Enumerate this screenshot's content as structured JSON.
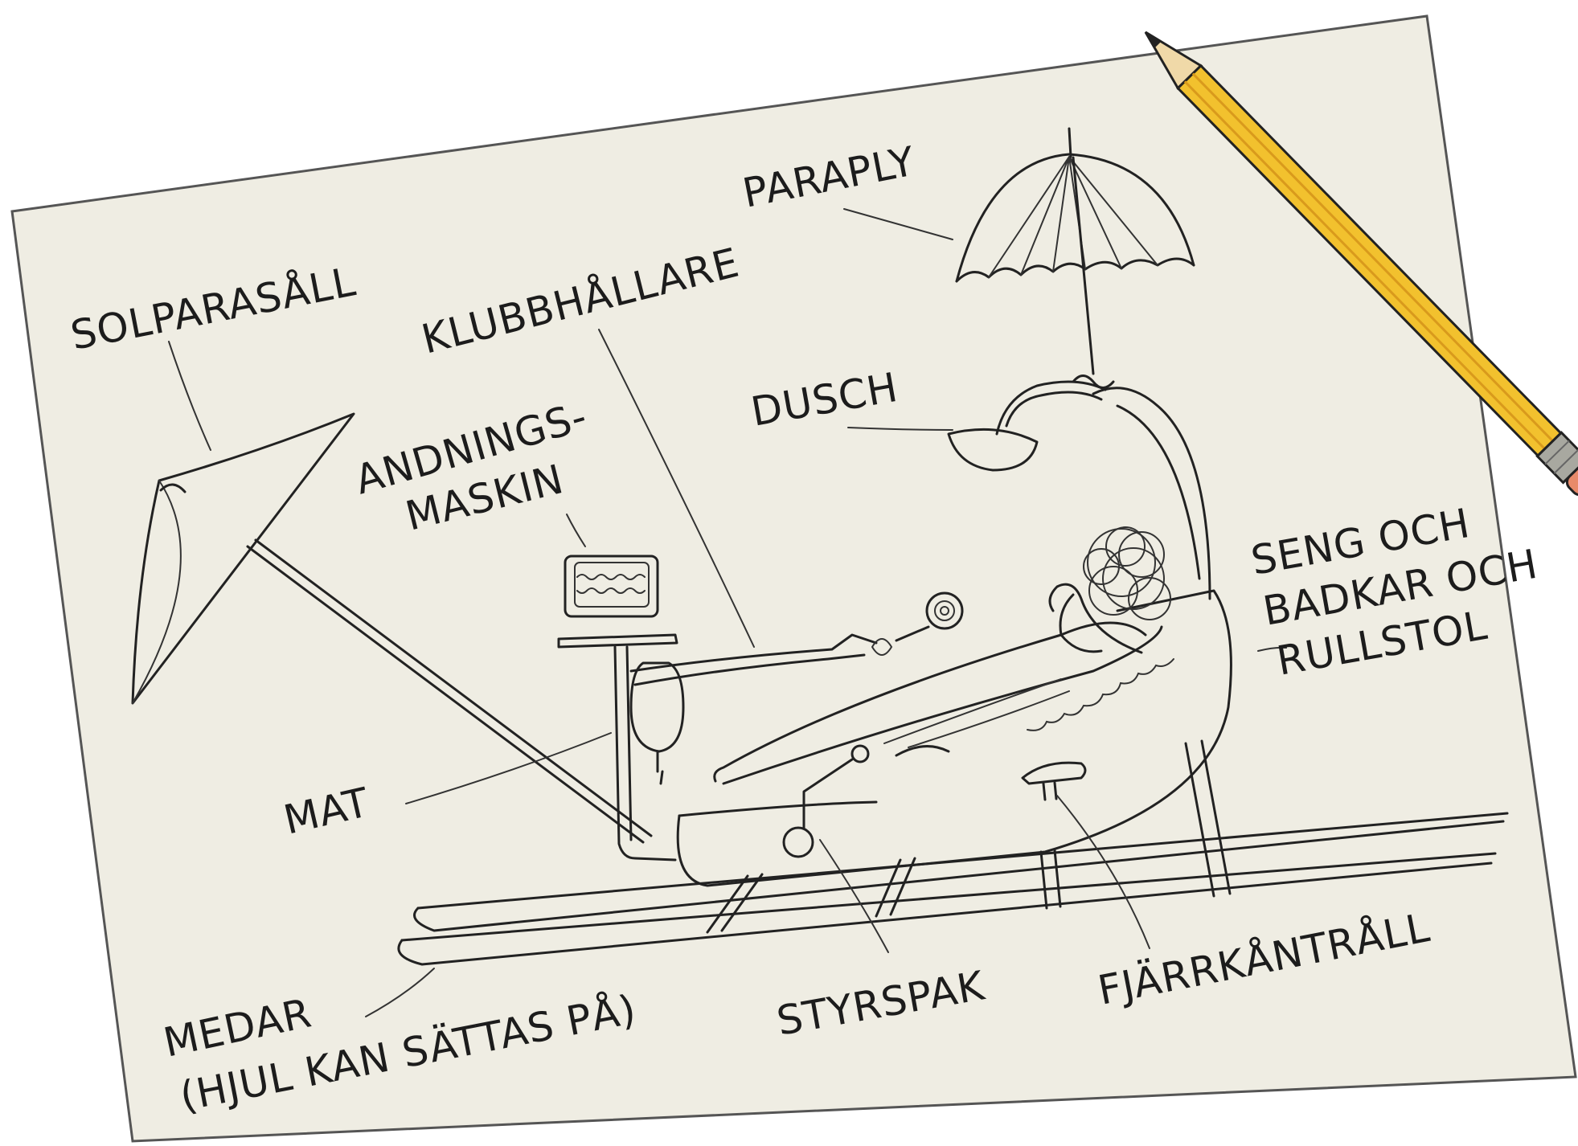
{
  "labels": {
    "solparasall": "SOLPARASÅLL",
    "klubbhallare": "KLUBBHÅLLARE",
    "paraply": "PARAPLY",
    "dusch": "DUSCH",
    "andnings_line1": "ANDNINGS-",
    "andnings_line2": "MASKIN",
    "seng_line1": "SENG OCH",
    "seng_line2": "BADKAR OCH",
    "seng_line3": "RULLSTOL",
    "mat": "MAT",
    "medar_line1": "MEDAR",
    "medar_line2": "(HJUL KAN SÄTTAS PÅ)",
    "styrspak": "STYRSPAK",
    "fjarrkontroll": "FJÄRRKÅNTRÅLL"
  },
  "colors": {
    "paper": "#efede3",
    "ink": "#222222",
    "pencil_body": "#f2c12e",
    "pencil_stripe": "#d99a1c",
    "pencil_wood": "#f0d9a8",
    "eraser": "#e88a6a",
    "ferrule": "#a8a8a0"
  }
}
